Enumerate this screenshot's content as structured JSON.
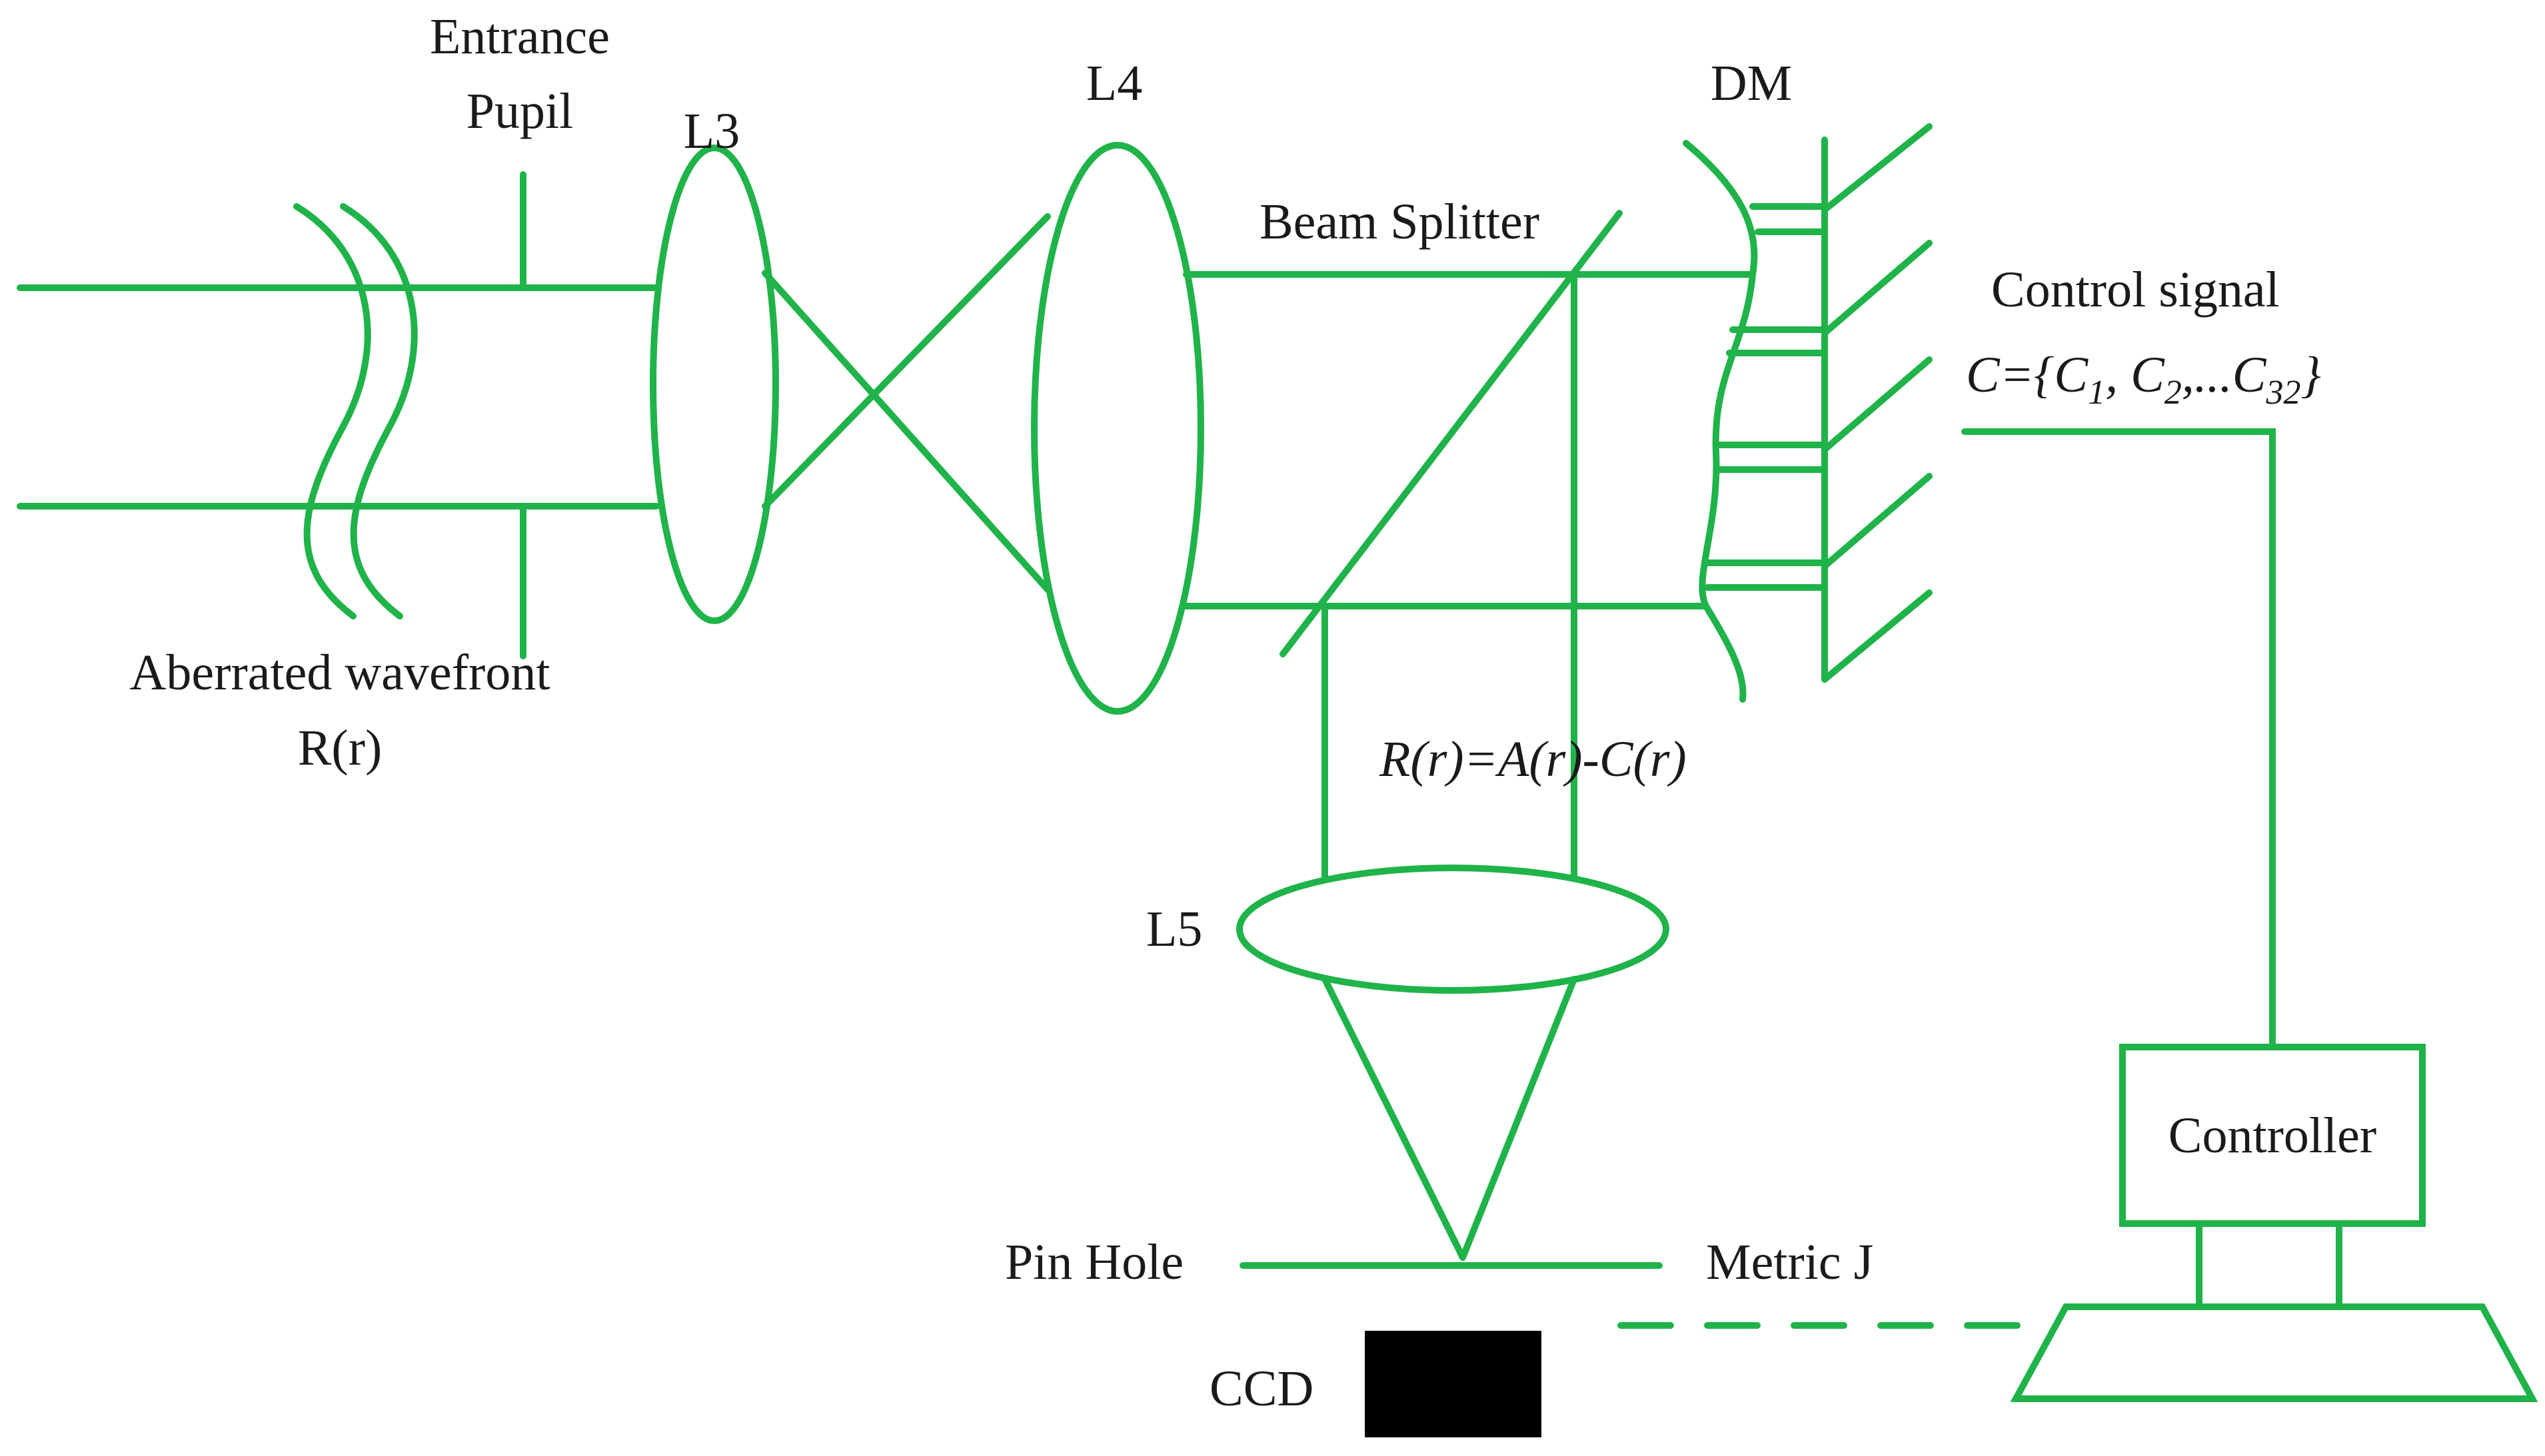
{
  "colors": {
    "beam": "#1fb34a",
    "text": "#1a1a1a",
    "ccd": "#000000",
    "background": "#ffffff"
  },
  "labels": {
    "entrance_pupil_line1": "Entrance",
    "entrance_pupil_line2": "Pupil",
    "l3": "L3",
    "l4": "L4",
    "dm": "DM",
    "beam_splitter": "Beam Splitter",
    "control_signal": "Control signal",
    "control_vector": {
      "prefix": "C={C",
      "sub1": "1",
      "sep1": ", C",
      "sub2": "2",
      "sep2": ",...C",
      "sub3": "32",
      "suffix": "}"
    },
    "aberrated_wavefront": "Aberrated wavefront",
    "r_of_r": "R(r)",
    "residual_equation": "R(r)=A(r)-C(r)",
    "l5": "L5",
    "pin_hole": "Pin Hole",
    "metric": "Metric J",
    "ccd": "CCD",
    "controller": "Controller"
  }
}
